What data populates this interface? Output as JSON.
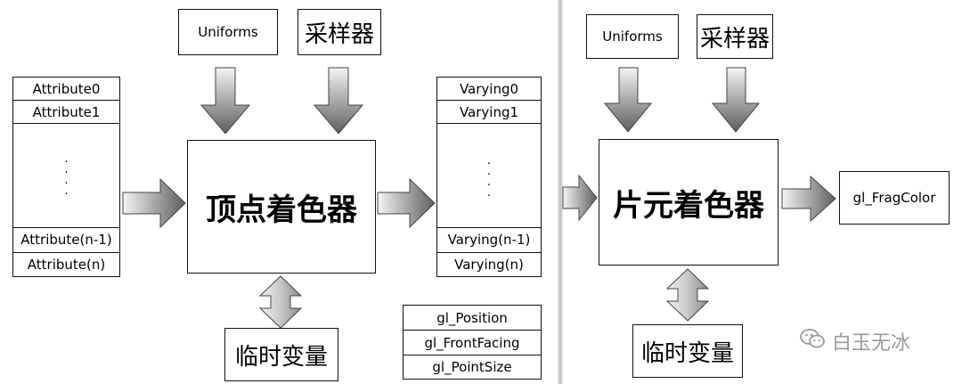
{
  "left_panel": {
    "inputs_top": {
      "uniforms": "Uniforms",
      "sampler": "采样器"
    },
    "attributes": {
      "first": "Attribute0",
      "second": "Attribute1",
      "second_last": "Attribute(n-1)",
      "last": "Attribute(n)"
    },
    "vertex_shader": "顶点着色器",
    "temp_vars": "临时变量",
    "varyings": {
      "first": "Varying0",
      "second": "Varying1",
      "second_last": "Varying(n-1)",
      "last": "Varying(n)"
    },
    "builtins": [
      "gl_Position",
      "gl_FrontFacing",
      "gl_PointSize"
    ]
  },
  "right_panel": {
    "inputs_top": {
      "uniforms": "Uniforms",
      "sampler": "采样器"
    },
    "fragment_shader": "片元着色器",
    "output": "gl_FragColor",
    "temp_vars": "临时变量"
  },
  "watermark": "白玉无冰",
  "colors": {
    "arrow_light": "#f2f2f2",
    "arrow_dark": "#6a6a6a",
    "divider": "#d8d8d8"
  }
}
